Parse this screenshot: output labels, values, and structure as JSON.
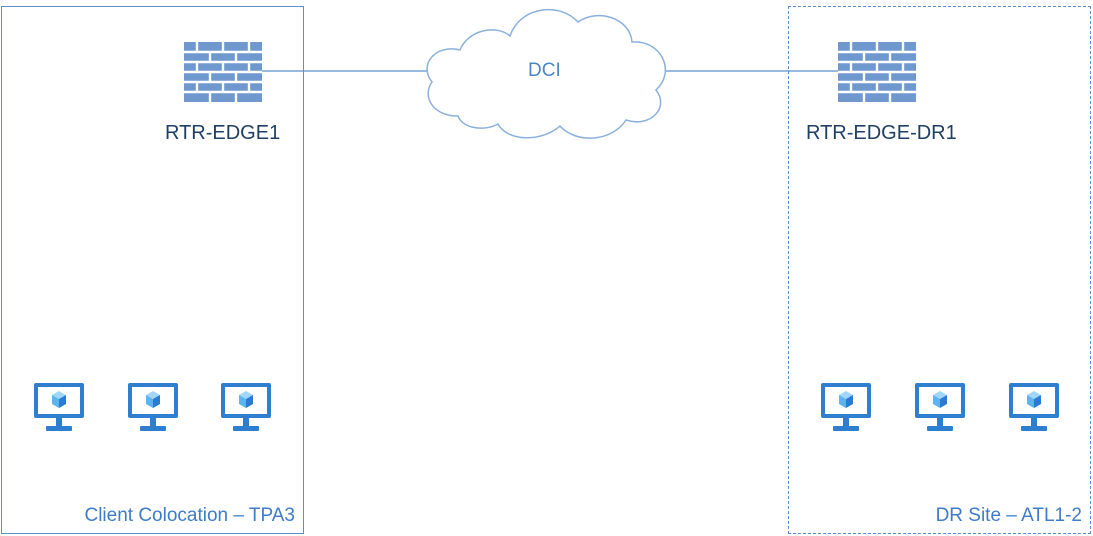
{
  "colors": {
    "site_border": "#5b8fd0",
    "site_label": "#3d7cc9",
    "device_label": "#1f3f63",
    "cloud_stroke": "#8ab0dc",
    "firewall_fill": "#6f98cf",
    "firewall_grout": "#ffffff",
    "monitor_frame": "#2f7fd0",
    "monitor_screen": "#ffffff",
    "cube_light": "#59b4f0",
    "cube_dark": "#2a7bd2"
  },
  "network": {
    "cloud_label": "DCI",
    "link_lines": [
      "RTR-EDGE1 to DCI",
      "DCI to RTR-EDGE-DR1"
    ]
  },
  "sites": [
    {
      "id": "site-primary",
      "border_style": "solid",
      "label": "Client Colocation – TPA3",
      "firewall": {
        "icon": "firewall-icon",
        "label": "RTR-EDGE1"
      },
      "vms": [
        "vm-monitor-icon",
        "vm-monitor-icon",
        "vm-monitor-icon"
      ]
    },
    {
      "id": "site-dr",
      "border_style": "dashed",
      "label": "DR Site – ATL1-2",
      "firewall": {
        "icon": "firewall-icon",
        "label": "RTR-EDGE-DR1"
      },
      "vms": [
        "vm-monitor-icon",
        "vm-monitor-icon",
        "vm-monitor-icon"
      ]
    }
  ]
}
